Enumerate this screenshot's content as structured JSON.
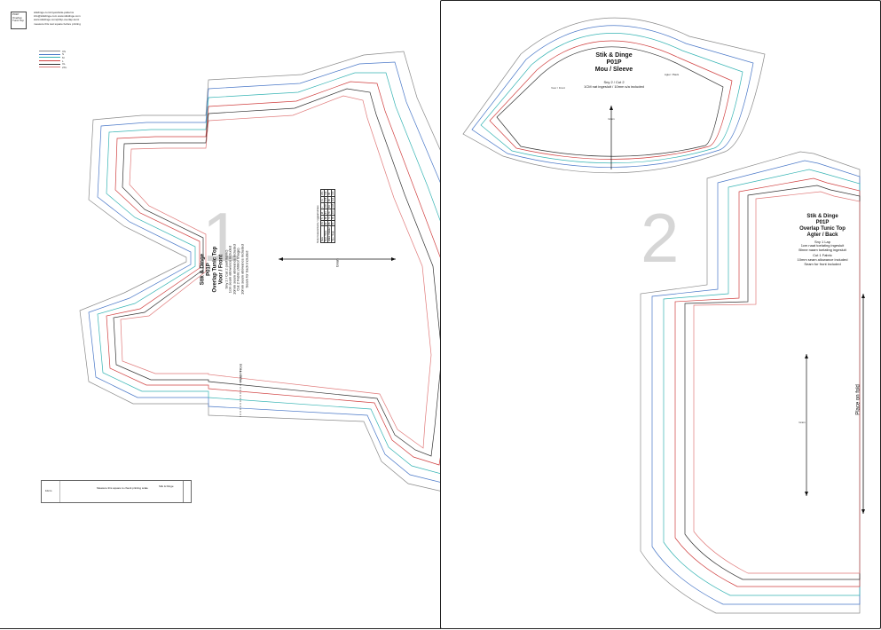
{
  "pages": [
    {
      "number": "1",
      "piece": {
        "brand": "Stik & Dinge",
        "code": "P01P",
        "name": "Overlap Tunic Top",
        "part": "Voor / Front",
        "notes": [
          "Sny 2 / Cut 2 (self fabric)",
          "1cm seam allowance included",
          "10mm seam allowance included",
          "Cut 2 Fabric (Mirror Image)",
          "10mm seam allowance included",
          "Seam for back included"
        ]
      },
      "grain": "Grain",
      "fold": "Fold / Front",
      "meta_lines": [
        "stikdinge.com/mywebsite-patterns",
        "info@stikdinge.com  www.stikdinge.com",
        "",
        "www.stikdinge.com/p01p-overlap-tunic",
        "measure this test square before printing"
      ],
      "meta_box": [
        "P01P",
        "Overlap",
        "Tunic Top"
      ],
      "legend": [
        "XS",
        "S",
        "M",
        "L",
        "XL",
        "2XL"
      ],
      "size_table": {
        "title": "Body measurements / Liggaamsmates",
        "headers": [
          "Size",
          "XS",
          "S",
          "M",
          "L",
          "XL",
          "2XL"
        ],
        "rows": [
          [
            "Bust / Bors",
            "82",
            "88",
            "94",
            "100",
            "106",
            "112"
          ],
          [
            "Waist / Middel",
            "66",
            "72",
            "78",
            "84",
            "90",
            "96"
          ],
          [
            "Hip / Heup",
            "90",
            "96",
            "102",
            "108",
            "114",
            "120"
          ]
        ]
      },
      "scale_box": {
        "left": "10cm",
        "middle": "Measure this square to check printing scale",
        "right": "Stik & Dinge"
      }
    },
    {
      "number": "2",
      "sleeve": {
        "brand": "Stik & Dinge",
        "code": "P01P",
        "name": "Mou / Sleeve",
        "cut": "Sny 2 / Cut 2",
        "allowance": "1CM nat ingesluit / 10mm s/a included",
        "front_label": "Voor / Front",
        "back_label": "Agter / Back",
        "grain": "Grain"
      },
      "back": {
        "brand": "Stik & Dinge",
        "code": "P01P",
        "name": "Overlap Tunic Top",
        "part": "Agter / Back",
        "notes": [
          "Sny 1 Lap",
          "1cm naat toelating ingesluit",
          "Binne naam toelating ingesluit",
          "Cut 1 Fabric",
          "10mm seam allowance included",
          "Seam for front included"
        ],
        "grain": "Grain",
        "fold": "Place on fold"
      }
    }
  ],
  "colors": {
    "grey": "#8a8a8a",
    "blue": "#4a78c8",
    "cyan": "#36b4b4",
    "red": "#d04040",
    "black": "#333333",
    "pink": "#e07a7a"
  }
}
